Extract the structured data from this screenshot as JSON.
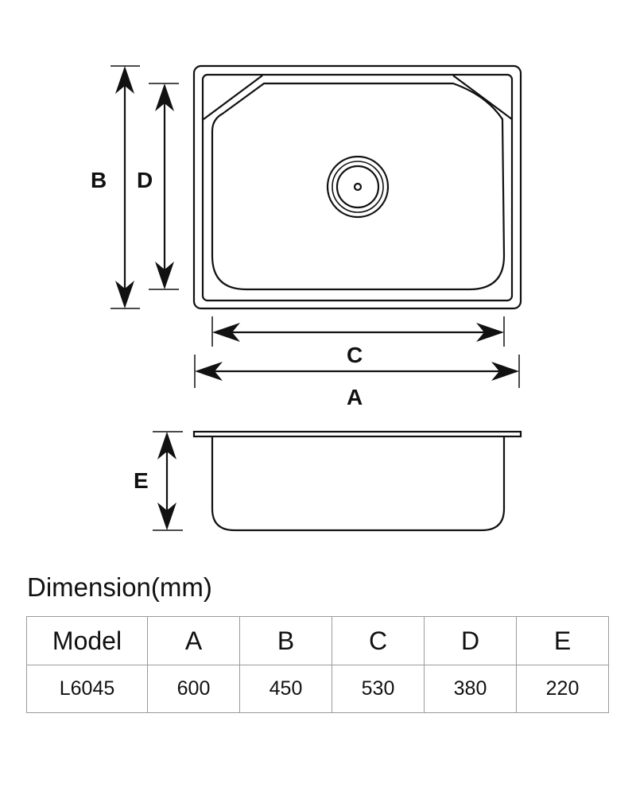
{
  "diagram": {
    "labels": {
      "a": "A",
      "b": "B",
      "c": "C",
      "d": "D",
      "e": "E"
    }
  },
  "table": {
    "title": "Dimension(mm)",
    "headers": [
      "Model",
      "A",
      "B",
      "C",
      "D",
      "E"
    ],
    "rows": [
      [
        "L6045",
        "600",
        "450",
        "530",
        "380",
        "220"
      ]
    ]
  }
}
